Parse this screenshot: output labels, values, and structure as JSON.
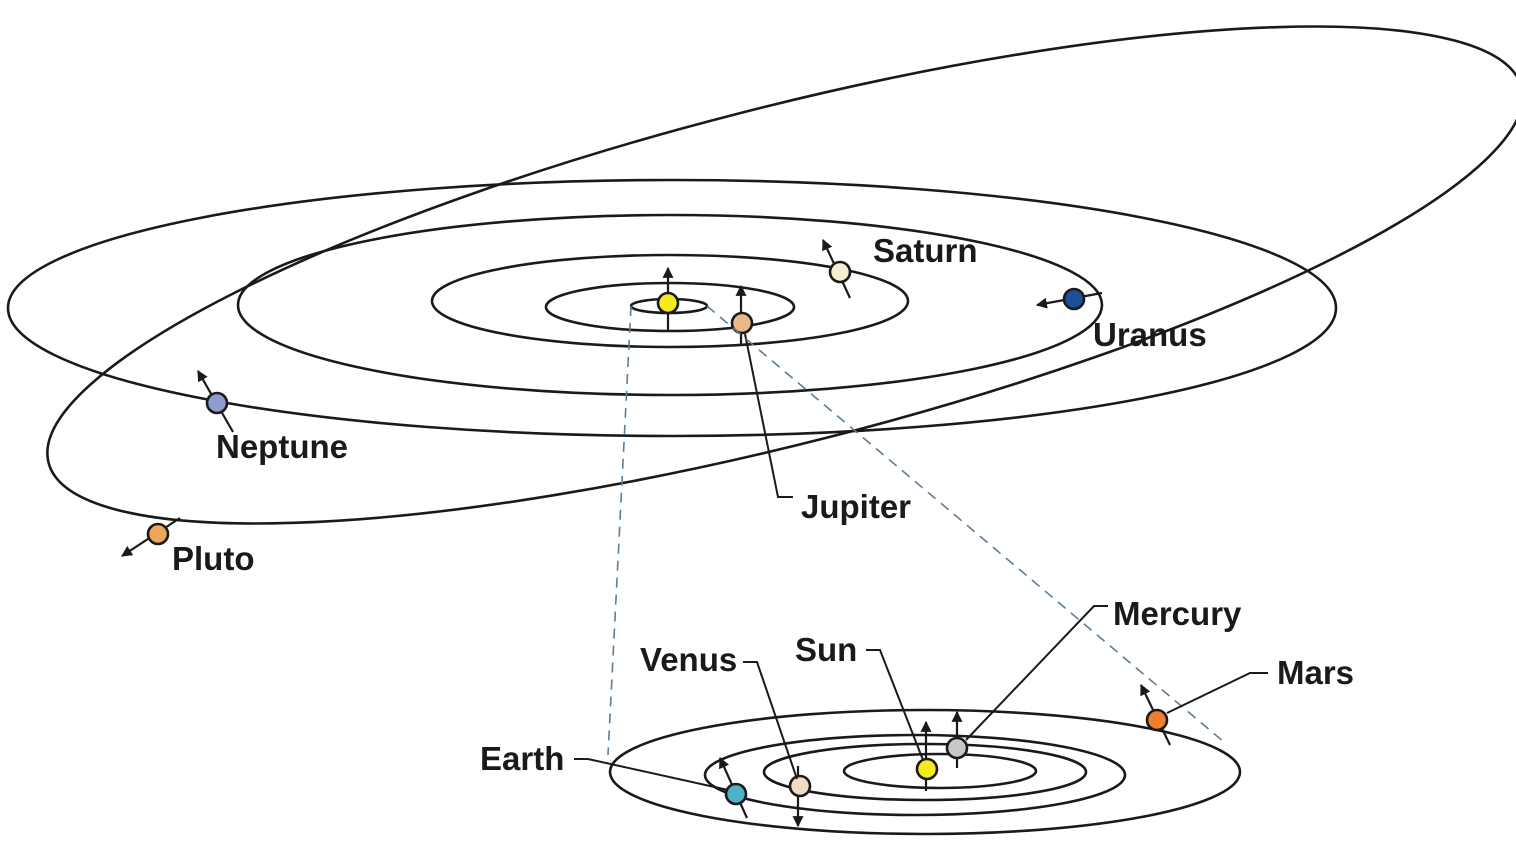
{
  "labels": {
    "saturn": "Saturn",
    "uranus": "Uranus",
    "neptune": "Neptune",
    "jupiter": "Jupiter",
    "pluto": "Pluto",
    "mercury": "Mercury",
    "venus": "Venus",
    "sun": "Sun",
    "mars": "Mars",
    "earth": "Earth"
  },
  "colors": {
    "sun": "#f5ea1c",
    "saturn": "#f3efcf",
    "uranus": "#1f4e9a",
    "neptune": "#8e9ccf",
    "jupiter": "#e9b98a",
    "pluto": "#eda55a",
    "mercury": "#c8c8c8",
    "venus": "#f1dcc4",
    "mars": "#ee7f2c",
    "earth": "#4fb1c6"
  }
}
